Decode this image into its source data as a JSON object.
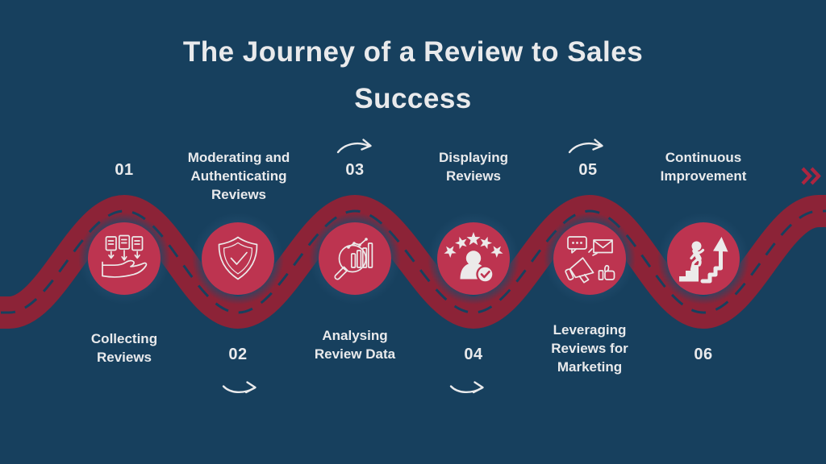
{
  "title": "The Journey of a Review to Sales Success",
  "steps": [
    {
      "number": "01",
      "label": "Collecting Reviews",
      "icon": "collecting-reviews-documents-hand-icon"
    },
    {
      "number": "02",
      "label": "Moderating and Authenticating Reviews",
      "icon": "shield-check-icon"
    },
    {
      "number": "03",
      "label": "Analysing Review Data",
      "icon": "magnifier-analytics-chart-icon"
    },
    {
      "number": "04",
      "label": "Displaying Reviews",
      "icon": "user-rating-stars-check-icon"
    },
    {
      "number": "05",
      "label": "Leveraging Reviews for Marketing",
      "icon": "megaphone-marketing-icon"
    },
    {
      "number": "06",
      "label": "Continuous Improvement",
      "icon": "stairs-growth-arrow-icon"
    }
  ],
  "decorations": {
    "curved_arrow_icon": "curved-arrow-right",
    "forward_chevrons_icon": "double-chevron-right"
  },
  "colors": {
    "background": "#17405E",
    "road": "#8C2337",
    "step_circle": "#BD3450",
    "circle_glow": "#1F4969",
    "text": "#E9EAEC",
    "icon": "#ECEAEA",
    "chevron_accent": "#AD2540"
  }
}
